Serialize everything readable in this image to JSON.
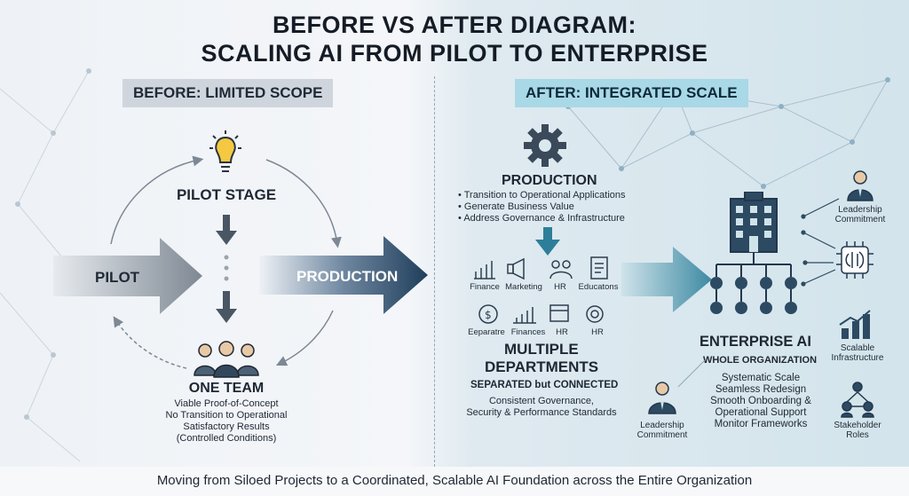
{
  "title": {
    "line1": "BEFORE VS AFTER DIAGRAM:",
    "line2": "SCALING AI FROM PILOT TO ENTERPRISE"
  },
  "before": {
    "banner": "BEFORE: LIMITED SCOPE",
    "pilot_stage": "PILOT STAGE",
    "pilot_arrow": "PILOT",
    "production_arrow": "PRODUCTION",
    "one_team": "ONE TEAM",
    "team_details": [
      "Viable Proof-of-Concept",
      "No Transition to Operational",
      "Satisfactory Results",
      "(Controlled Conditions)"
    ]
  },
  "after": {
    "banner": "AFTER: INTEGRATED SCALE",
    "production_title": "PRODUCTION",
    "production_bullets": [
      "Transition to Operational Applications",
      "Generate Business Value",
      "Address Governance & Infrastructure"
    ],
    "dept_row1": [
      "Finance",
      "Marketing",
      "HR",
      "Educatons"
    ],
    "dept_row2": [
      "Eeparatre",
      "Finances",
      "HR",
      "HR"
    ],
    "multiple": "MULTIPLE",
    "departments": "DEPARTMENTS",
    "separated": "SEPARATED but CONNECTED",
    "standards": [
      "Consistent Governance,",
      "Security & Performance Standards"
    ],
    "enterprise": "ENTERPRISE AI",
    "whole_org": "WHOLE ORGANIZATION",
    "enterprise_details": [
      "Systematic Scale",
      "Seamless Redesign",
      "Smooth Onboarding &",
      "Operational Support",
      "Monitor Frameworks"
    ],
    "leadership_top": [
      "Leadership",
      "Commitment"
    ],
    "leadership_bottom": [
      "Leadership",
      "Commitment"
    ],
    "scalable": [
      "Scalable",
      "Infrastructure"
    ],
    "stakeholder": [
      "Stakeholder",
      "Roles"
    ]
  },
  "footer": "Moving from Siloed Projects to a Coordinated, Scalable AI Foundation across the Entire Organization",
  "colors": {
    "dark_navy": "#2c4a62",
    "teal": "#2d7f99",
    "grey_arrow": "#8e98a3"
  }
}
